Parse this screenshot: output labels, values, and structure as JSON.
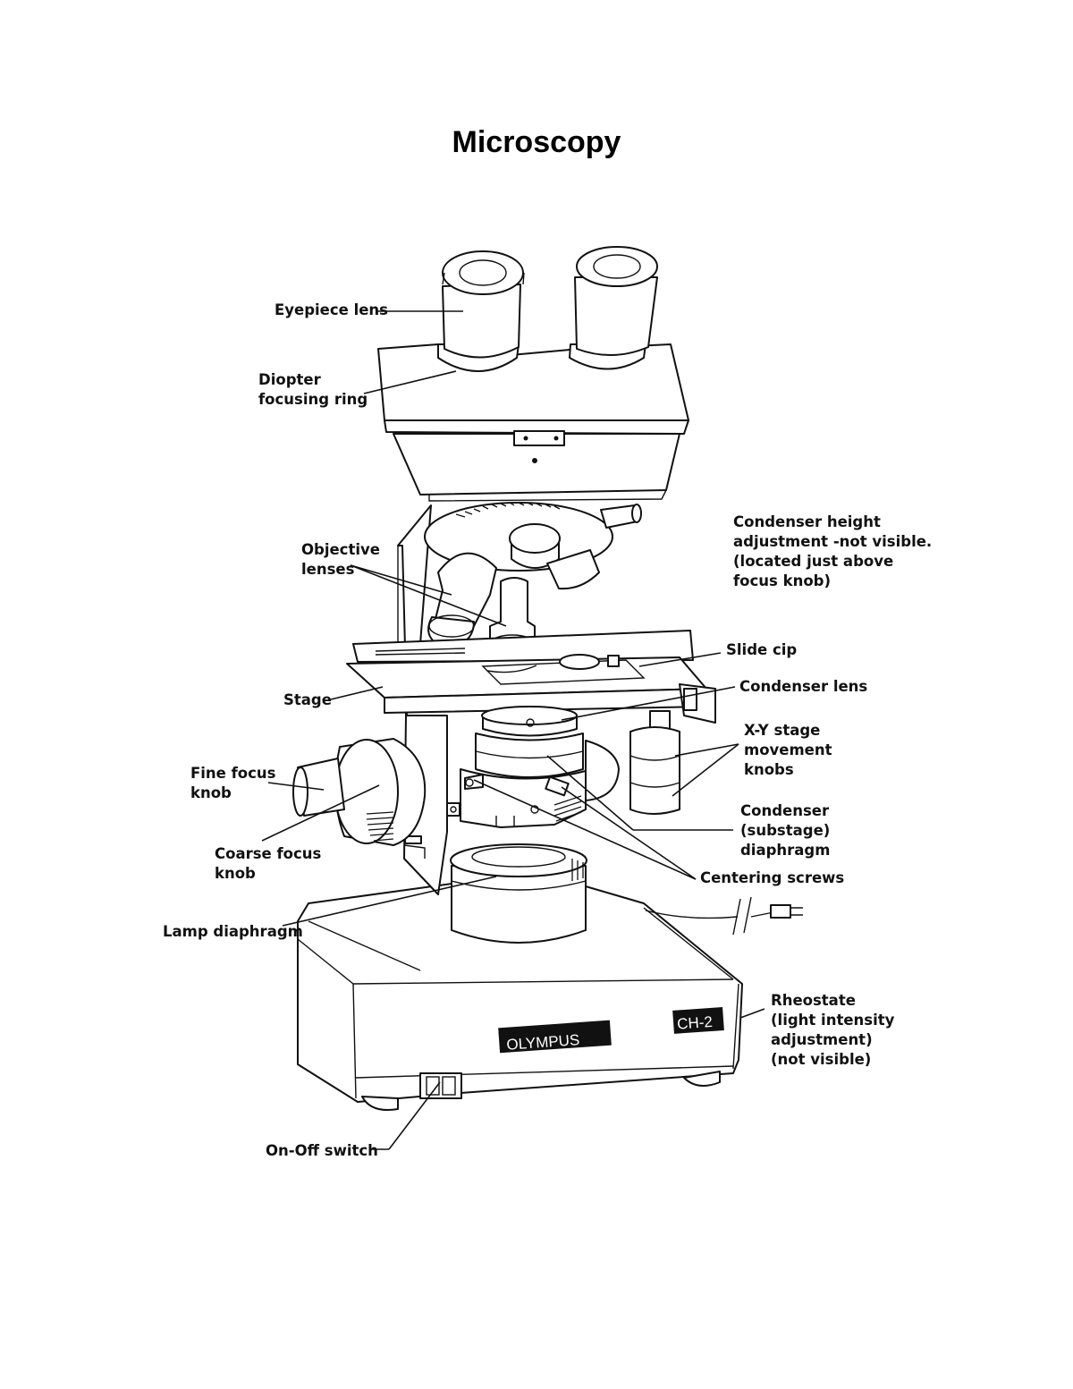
{
  "title": "Microscopy",
  "brand": {
    "name": "OLYMPUS",
    "model": "CH-2"
  },
  "labels": {
    "eyepiece": "Eyepiece lens",
    "diopter_1": "Diopter",
    "diopter_2": "focusing ring",
    "objective_1": "Objective",
    "objective_2": "lenses",
    "stage": "Stage",
    "fine_1": "Fine focus",
    "fine_2": "knob",
    "coarse_1": "Coarse focus",
    "coarse_2": "knob",
    "lamp": "Lamp diaphragm",
    "onoff": "On-Off switch",
    "condheight_1": "Condenser height",
    "condheight_2": "adjustment -not visible.",
    "condheight_3": "(located just above",
    "condheight_4": "focus knob)",
    "slideclip": "Slide cip",
    "condlens": "Condenser lens",
    "xy_1": "X-Y stage",
    "xy_2": "movement",
    "xy_3": "knobs",
    "conddiaph_1": "Condenser",
    "conddiaph_2": "(substage)",
    "conddiaph_3": "diaphragm",
    "centering": "Centering screws",
    "rheo_1": "Rheostate",
    "rheo_2": "(light intensity",
    "rheo_3": "adjustment)",
    "rheo_4": "(not visible)"
  }
}
